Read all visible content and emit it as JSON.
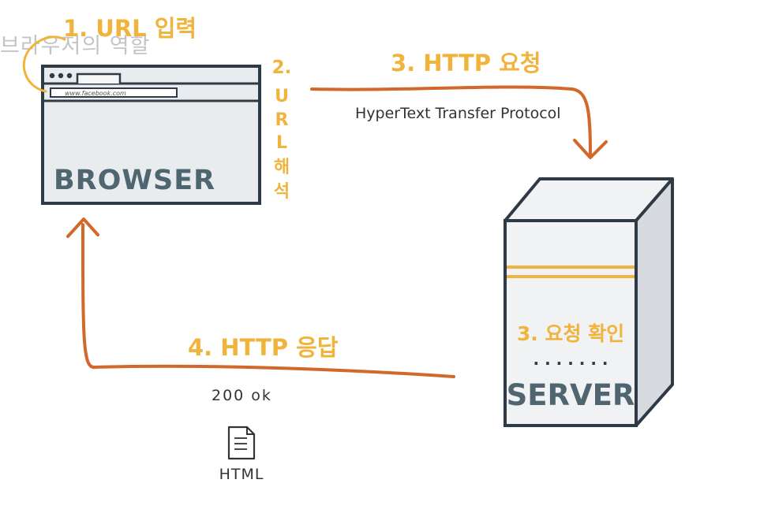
{
  "ghost_title": "브라우저의 역할",
  "step1": {
    "label": "1. URL 입력"
  },
  "browser": {
    "url": "www.facebook.com",
    "label": "BROWSER"
  },
  "step2": {
    "chars": [
      "2.",
      "U",
      "R",
      "L",
      "해",
      "석"
    ]
  },
  "step3": {
    "label": "3. HTTP 요청",
    "sub": "HyperText Transfer Protocol"
  },
  "server": {
    "status": "3. 요청 확인",
    "dots": ". . . . . . .",
    "label": "SERVER"
  },
  "step4": {
    "label": "4. HTTP 응답",
    "status": "200 ok",
    "doc": "HTML"
  },
  "colors": {
    "ink": "#2e3a45",
    "fill": "#e9ecef",
    "accent_yellow": "#f0b43c",
    "accent_orange": "#d2692a",
    "label_slate": "#4f6670",
    "text_dark": "#333333"
  },
  "icons": {
    "doc": "document-icon",
    "dots": "window-dots-icon"
  }
}
